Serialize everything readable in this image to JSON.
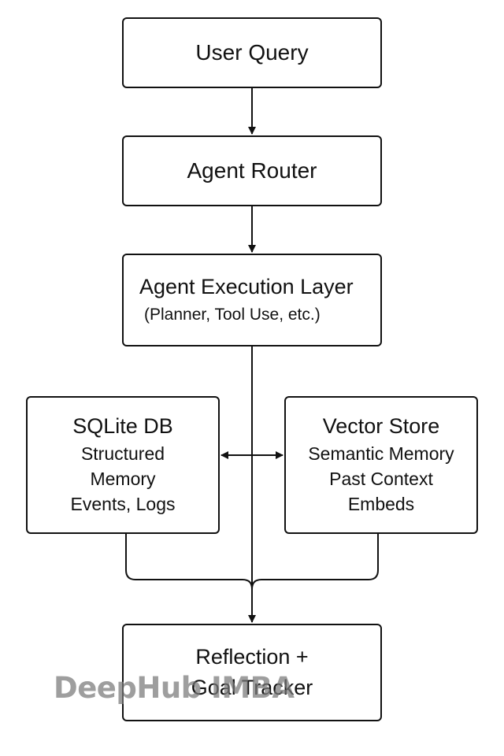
{
  "nodes": {
    "user_query": {
      "label": "User Query"
    },
    "agent_router": {
      "label": "Agent Router"
    },
    "execution_layer": {
      "title": "Agent Execution Layer",
      "subtitle": "(Planner, Tool Use, etc.)"
    },
    "sqlite": {
      "title": "SQLite DB",
      "lines": [
        "Structured",
        "Memory",
        "Events, Logs"
      ]
    },
    "vector_store": {
      "title": "Vector Store",
      "lines": [
        "Semantic Memory",
        "Past Context",
        "Embeds"
      ]
    },
    "reflection": {
      "lines": [
        "Reflection +",
        "Goal Tracker"
      ]
    }
  },
  "edges": [
    {
      "from": "user_query",
      "to": "agent_router",
      "type": "arrow"
    },
    {
      "from": "agent_router",
      "to": "execution_layer",
      "type": "arrow"
    },
    {
      "from": "execution_layer",
      "to": "reflection",
      "type": "arrow"
    },
    {
      "from": "sqlite",
      "to": "vector_store",
      "type": "bidirectional"
    },
    {
      "from": "sqlite",
      "to": "reflection",
      "type": "merge"
    },
    {
      "from": "vector_store",
      "to": "reflection",
      "type": "merge"
    }
  ],
  "watermark": {
    "text": "DeepHub IMBA"
  },
  "colors": {
    "stroke": "#111111",
    "background": "#ffffff",
    "watermark": "#7a7a7a"
  }
}
